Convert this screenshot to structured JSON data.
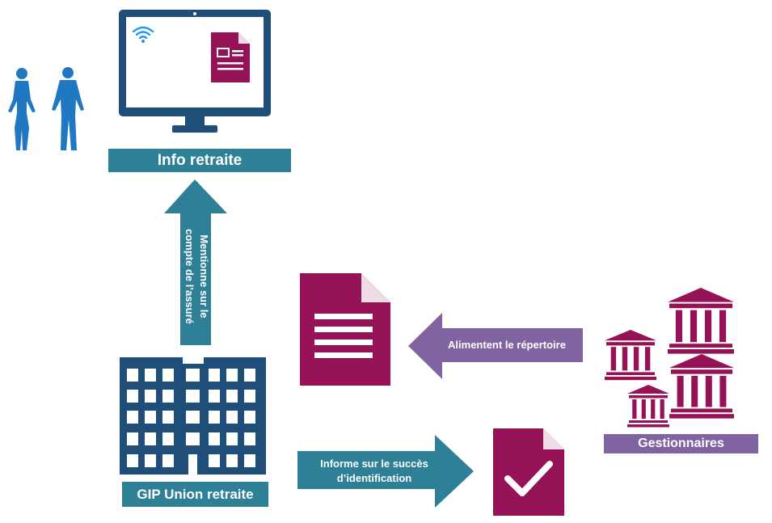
{
  "colors": {
    "navy": "#1f4e79",
    "person_blue": "#1f78c1",
    "teal": "#2e8096",
    "purple": "#8064a2",
    "plum": "#951257",
    "wifi": "#2196f3",
    "white": "#ffffff"
  },
  "icons": {
    "monitor": "monitor-icon",
    "people": "people-icon",
    "wifi": "wifi-icon",
    "form": "form-document-icon",
    "building": "office-building-icon",
    "register": "document-icon",
    "check": "check-document-icon",
    "institutions": "institution-icon"
  },
  "labels": {
    "info_retraite": "Info retraite",
    "gip_union": "GIP Union retraite",
    "gestionnaires": "Gestionnaires"
  },
  "arrows": {
    "up_line1": "Mentionne sur le",
    "up_line2": "compte de l’assuré",
    "left_label": "Alimentent le répertoire",
    "right_line1": "Informe sur le succès",
    "right_line2": "d’identification"
  }
}
